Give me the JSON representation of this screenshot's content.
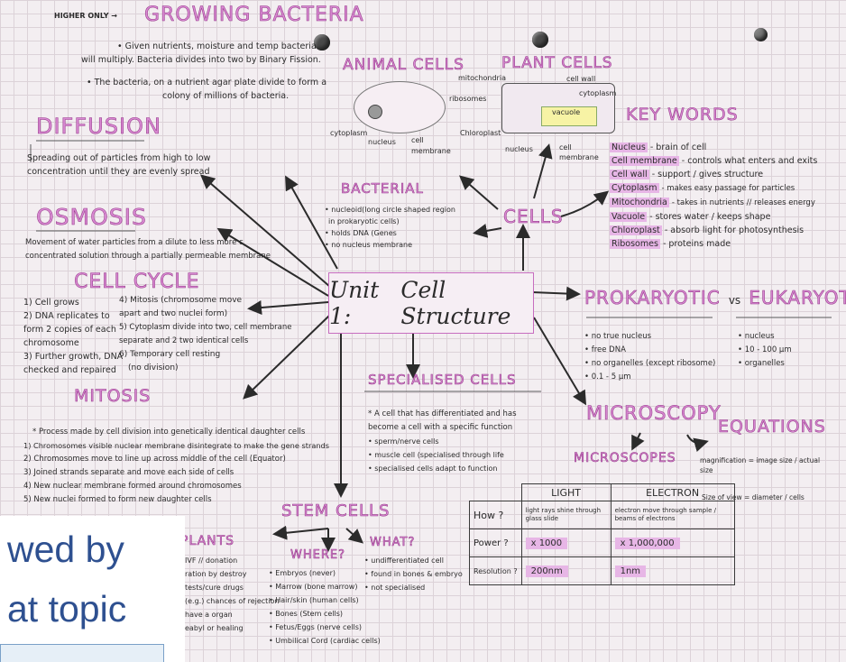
{
  "header": {
    "higher_only": "HIGHER ONLY →",
    "growing_bacteria": "GROWING BACTERIA"
  },
  "growing_notes": [
    "• Given nutrients, moisture and temp bacteria",
    "will multiply. Bacteria divides into two by Binary Fission.",
    "• The bacteria, on a nutrient agar plate divide to form a",
    "colony of millions of bacteria."
  ],
  "diffusion": {
    "title": "DIFFUSION",
    "lines": [
      "Spreading out of particles from high to low",
      "concentration until they are evenly spread"
    ]
  },
  "osmosis": {
    "title": "OSMOSIS",
    "lines": [
      "Movement of water particles from a dilute to less more c",
      "concentrated solution through a partially permeable membrane"
    ]
  },
  "cell_cycle": {
    "title": "CELL CYCLE",
    "left": [
      "1) Cell grows",
      "2) DNA replicates to",
      "form 2 copies of each",
      "chromosome",
      "3) Further growth, DNA",
      "checked and repaired"
    ],
    "right": [
      "4) Mitosis (chromosome move",
      "apart and two nuclei form)",
      "5) Cytoplasm divide into two, cell membrane",
      "separate and 2 two identical cells",
      "6) Temporary cell resting",
      "(no division)"
    ]
  },
  "mitosis": {
    "title": "MITOSIS",
    "lines": [
      "* Process made by cell division into genetically identical daughter cells",
      "1) Chromosomes visible nuclear membrane disintegrate to make the gene strands",
      "2) Chromosomes move to line up across middle of the cell (Equator)",
      "3) Joined strands separate and move each side of cells",
      "4) New nuclear membrane formed around chromosomes",
      "5) New nuclei formed to form new daughter cells"
    ]
  },
  "cells_header": {
    "animal": "ANIMAL CELLS",
    "plant": "PLANT CELLS"
  },
  "animal_labels": {
    "mitochondria": "mitochondria",
    "ribosomes": "ribosomes",
    "cytoplasm": "cytoplasm",
    "nucleus": "nucleus",
    "cell_membrane": "cell membrane"
  },
  "plant_labels": {
    "cell_wall": "cell wall",
    "cytoplasm": "cytoplasm",
    "vacuole": "vacuole",
    "chloroplast": "Chloroplast",
    "nucleus": "nucleus",
    "cell_membrane": "cell membrane"
  },
  "bacterial": {
    "title": "BACTERIAL",
    "lines": [
      "• nucleoid(long circle shaped region",
      "in prokaryotic cells)",
      "• holds DNA (Genes",
      "• no nucleus membrane"
    ]
  },
  "cells_label": "CELLS",
  "keywords": {
    "title": "KEY WORDS",
    "items": [
      {
        "term": "Nucleus",
        "def": "- brain of cell"
      },
      {
        "term": "Cell membrane",
        "def": "- controls what enters and exits"
      },
      {
        "term": "Cell wall",
        "def": "- support / gives structure"
      },
      {
        "term": "Cytoplasm",
        "def": "- makes easy passage  for particles"
      },
      {
        "term": "Mitochondria",
        "def": "- takes in nutrients // releases energy"
      },
      {
        "term": "Vacuole",
        "def": "- stores water / keeps shape"
      },
      {
        "term": "Chloroplast",
        "def": "- absorb light for photosynthesis"
      },
      {
        "term": "Ribosomes",
        "def": "- proteins made"
      }
    ]
  },
  "unit": {
    "label": "Unit 1:",
    "title": "Cell Structure"
  },
  "prokaryotic": {
    "title": "PROKARYOTIC",
    "vs": "vs",
    "title2": "EUKARYOTIC",
    "left": [
      "• no true nucleus",
      "• free DNA",
      "• no organelles (except ribosome)",
      "• 0.1 - 5 μm"
    ],
    "right": [
      "• nucleus",
      "• 10 - 100 μm",
      "• organelles"
    ]
  },
  "specialised": {
    "title": "SPECIALISED CELLS",
    "lines": [
      "* A cell that has differentiated and has",
      "become a cell with a specific function",
      "• sperm/nerve cells",
      "• muscle cell (specialised through life",
      "• specialised cells adapt to function"
    ]
  },
  "microscopy": {
    "title": "MICROSCOPY",
    "equations": "EQUATIONS",
    "microscopes": "MICROSCOPES"
  },
  "equations_lines": {
    "magnification": "magnification = image size / actual size",
    "size_of_view": "Size of view = diameter / cells"
  },
  "micro_table": {
    "headers": [
      "",
      "LIGHT",
      "ELECTRON"
    ],
    "rows": [
      [
        "How ?",
        "light rays shine through glass slide",
        "electron move through sample / beams of electrons"
      ],
      [
        "Power ?",
        "x 1000",
        "x 1,000,000"
      ],
      [
        "Resolution ?",
        "200nm",
        "1nm"
      ]
    ]
  },
  "stem_cells": {
    "title": "STEM CELLS",
    "left_title": "PLANTS",
    "left_lines": [
      "IVF // donation",
      "ration by destroy",
      "tests/cure drugs",
      "(e.g.) chances of rejection",
      "have a organ",
      "",
      "eabyl or healing"
    ],
    "mid_title": "WHERE?",
    "mid_lines": [
      "• Embryos (never)",
      "• Marrow (bone marrow)",
      "• Hair/skin (human cells)",
      "• Bones (Stem cells)",
      "• Fetus/Eggs (nerve cells)",
      "• Umbilical Cord (cardiac cells)"
    ],
    "right_title": "WHAT?",
    "right_lines": [
      "• undifferentiated cell",
      "• found in bones & embryo",
      "• not specialised"
    ]
  },
  "overlay": {
    "line1": "wed by",
    "line2": "at topic"
  }
}
